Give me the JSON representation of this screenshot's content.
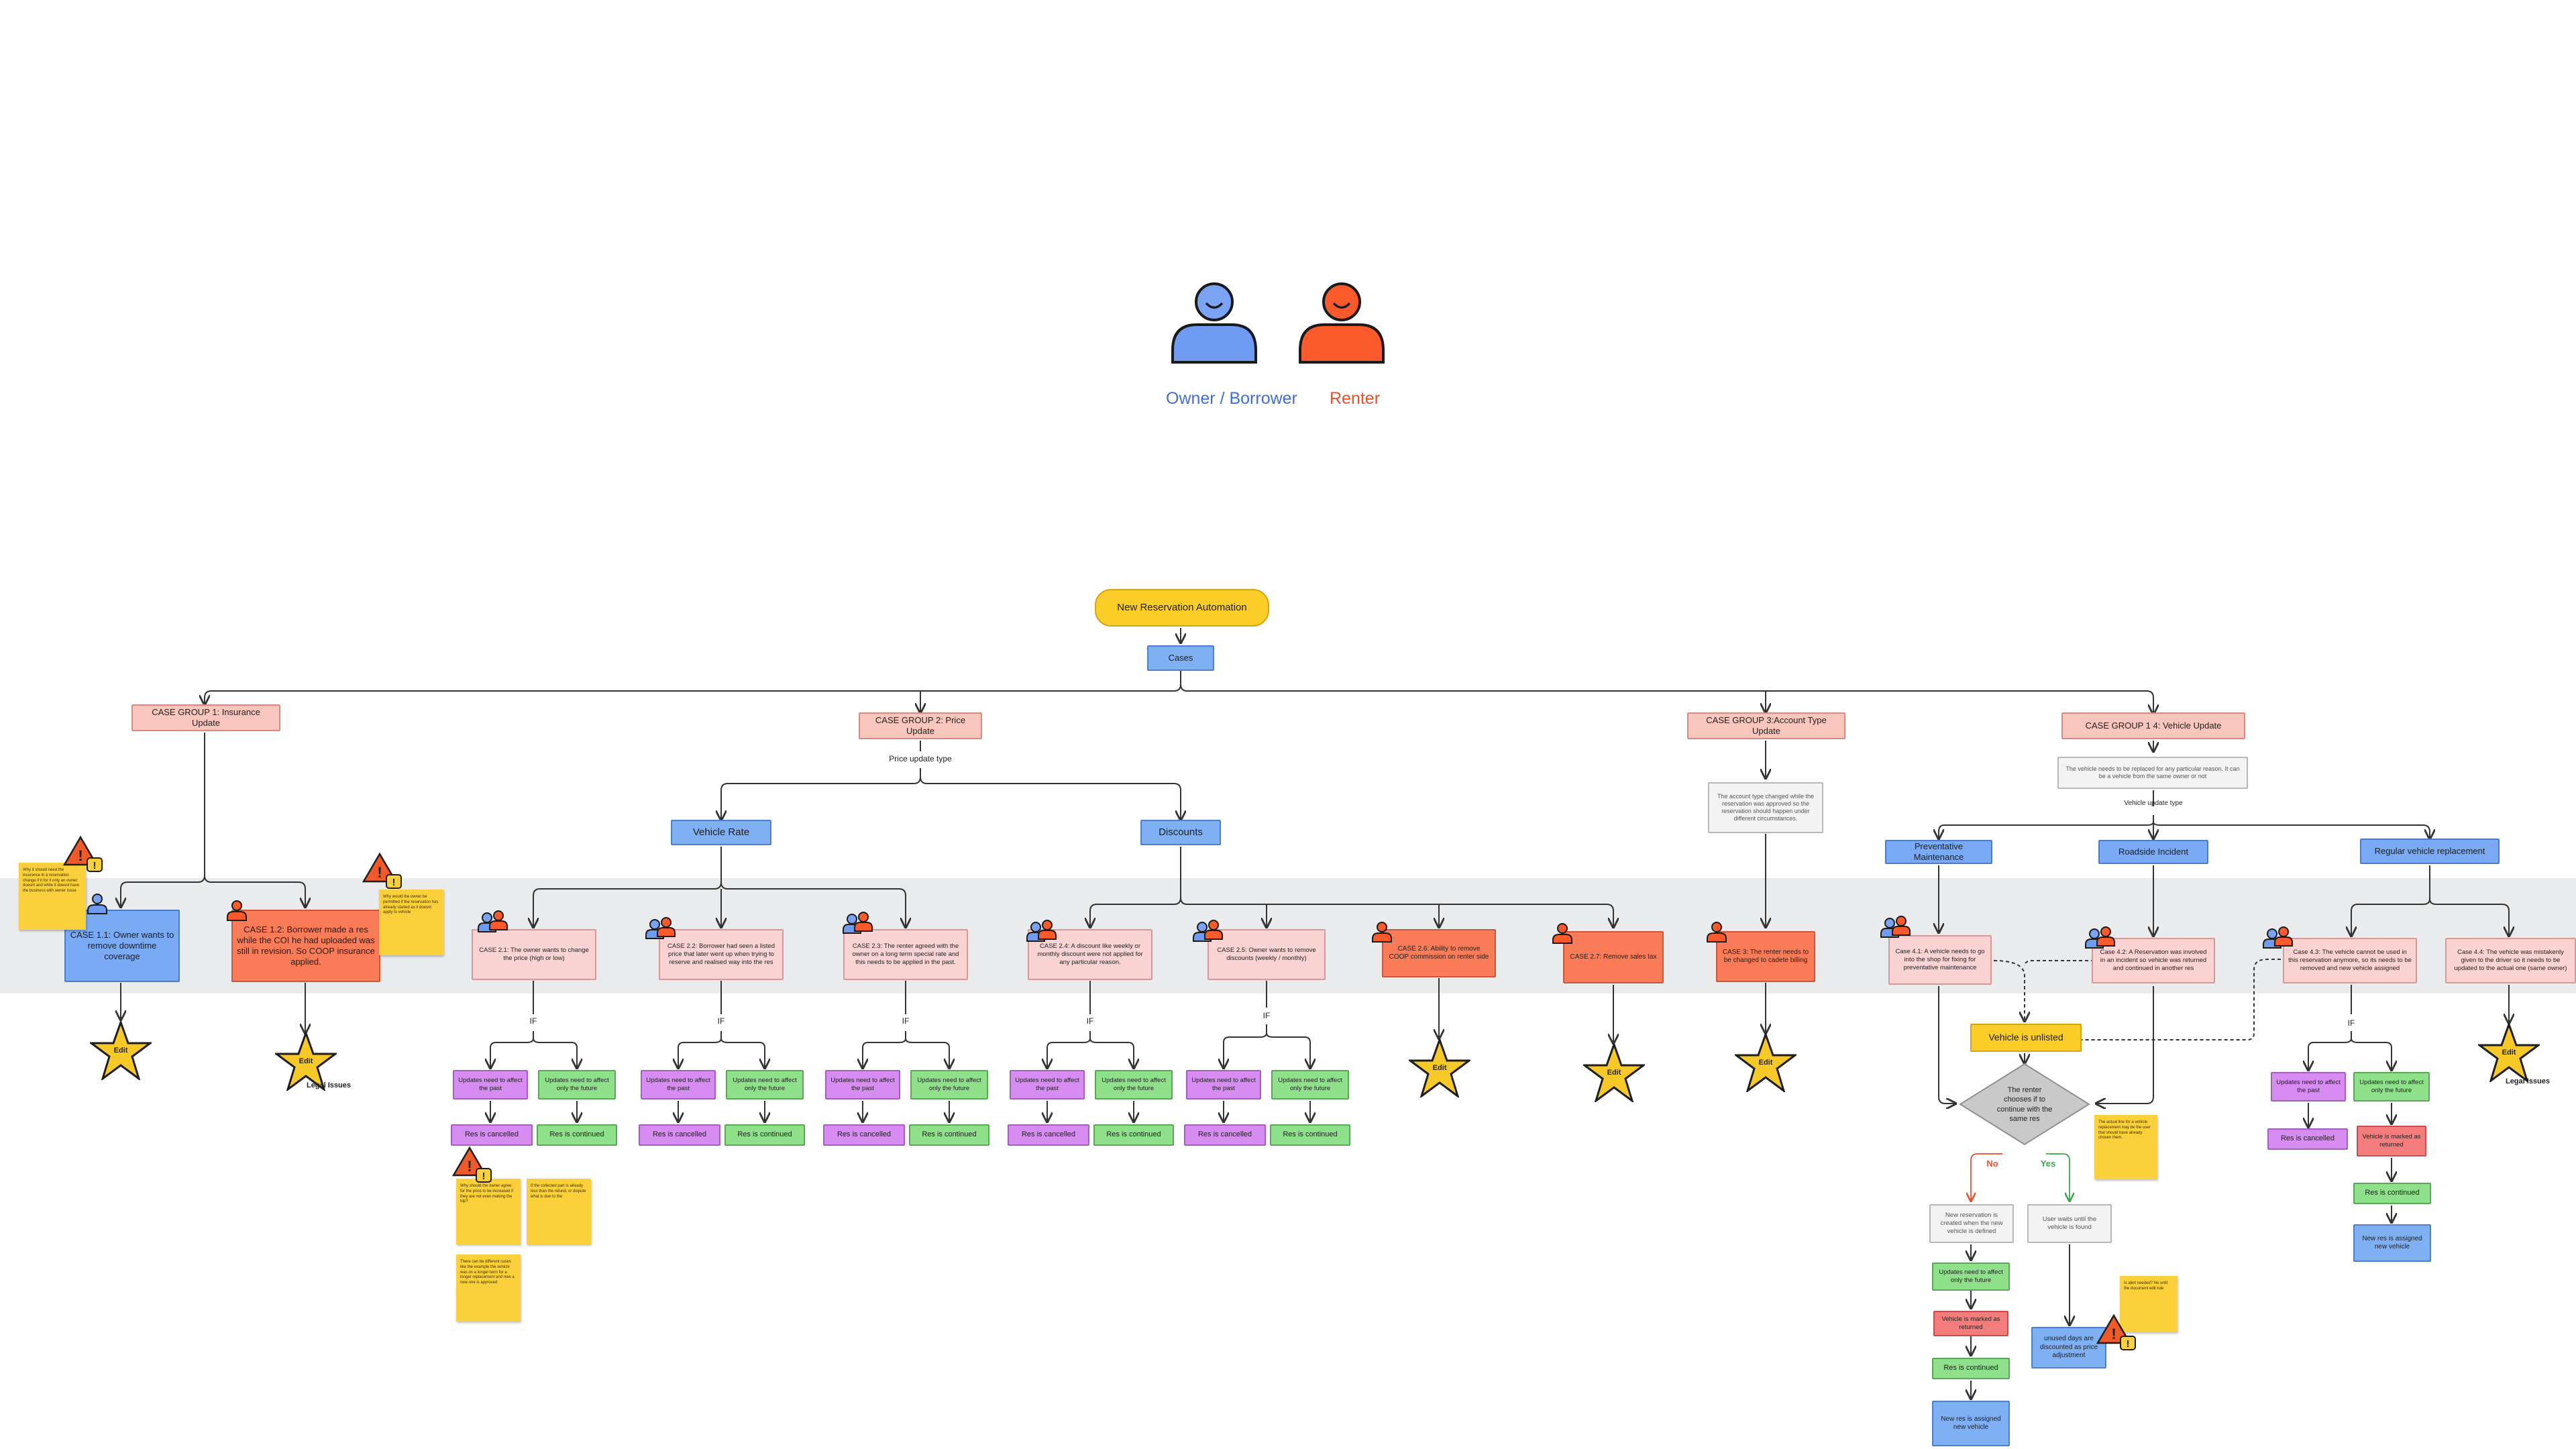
{
  "legend": {
    "owner": "Owner / Borrower",
    "renter": "Renter",
    "owner_color": "#3f6fd6",
    "renter_color": "#e5512e"
  },
  "root": "New Reservation Automation",
  "cases": "Cases",
  "groups": {
    "g1": "CASE GROUP 1: Insurance Update",
    "g2": "CASE GROUP 2: Price Update",
    "g3": "CASE GROUP 3:Account Type Update",
    "g4": "CASE GROUP 1 4: Vehicle Update"
  },
  "labels": {
    "price_update_type": "Price update type",
    "vehicle_update_type": "Vehicle update type",
    "if": "IF",
    "no": "No",
    "yes": "Yes",
    "legal_issues": "Legal Issues",
    "edit": "Edit"
  },
  "g2_branches": {
    "vehicle_rate": "Vehicle Rate",
    "discounts": "Discounts"
  },
  "g4_intro": "The vehicle needs to be replaced for any particular reason. It can be a vehicle from the same owner or not",
  "g3_intro": "The account type changed while the reservation was approved so the reservation should happen under different circumstances.",
  "g4_branches": {
    "prev": "Preventative Maintenance",
    "road": "Roadside Incident",
    "reg": "Regular vehicle replacement"
  },
  "cases_list": {
    "c11": "CASE 1.1: Owner wants to remove downtime coverage",
    "c12": "CASE 1.2: Borrower made a res while the COI he had uploaded was still in revision. So COOP insurance applied.",
    "c21": "CASE 2.1: The owner wants to change the price (high or low)",
    "c22": "CASE 2.2: Borrower had seen a listed price that later went up when trying to reserve and realised way into the res",
    "c23": "CASE 2.3: The renter agreed with the owner on a long term special rate and this needs to be applied in the past.",
    "c24": "CASE 2.4: A discount like weekly or monthly discount were not applied for any particular reason.",
    "c25": "CASE 2.5: Owner wants to remove discounts (weekly / monthly)",
    "c26": "CASE 2.6: Ability to remove COOP commission on renter side",
    "c27": "CASE 2.7: Remove sales tax",
    "c3": "CASE 3: The renter needs to be changed to cadete billing",
    "c41": "Case 4.1: A vehicle needs to go into the shop for fixing for preventative maintenance",
    "c42": "Case 4.2: A Reservation was involved in an incident so vehicle was returned and continued in another res",
    "c43": "Case 4.3: The vehicle cannot be used in this reservation anymore, so its needs to be removed and new vehicle assigned",
    "c44": "Case 4.4: The vehicle was mistakenly given to the driver so it needs to be updated to the actual one (same owner)"
  },
  "outcomes": {
    "past": "Updates need to affect the past",
    "future": "Updates need to affect only the future",
    "cancelled": "Res is cancelled",
    "continued": "Res is continued"
  },
  "g4_flow": {
    "unlisted": "Vehicle is unlisted",
    "decision": "The renter chooses if to continue with the same res",
    "new_res": "New reservation is created when the new vehicle is defined",
    "wait": "User waits until the vehicle is found",
    "future": "Updates need to affect only the future",
    "refunded": "Vehicle is marked as returned",
    "continued": "Res is continued",
    "new_assigned": "New res is assigned new vehicle",
    "discounted": "unused days are discounted as price adjustment",
    "marked_returned": "Vehicle is marked as returned",
    "new_vehicle": "New res is assigned new vehicle"
  },
  "stickies": {
    "s1": "Why it should need the insurance in a reservation change if it for it only an owner doesnt and while it doesnt have the business with owner issue",
    "s2": "Why would the owner be permitted if the reservation has already started as it doesnt apply to vehicle",
    "s3": "Why should the owner agree for the price to be increased if they are not even making the trip?",
    "s4": "If the collected part is already less than the refund, or dispute what is due to the",
    "s5": "There can be different cases like the example the vehicle was on a longer term for a longer replacement and now a new one is approved",
    "s6": "The actual line for a vehicle replacement may be the user that should have already chosen them.",
    "s7": "Is alert needed? No until the document edit rule"
  }
}
